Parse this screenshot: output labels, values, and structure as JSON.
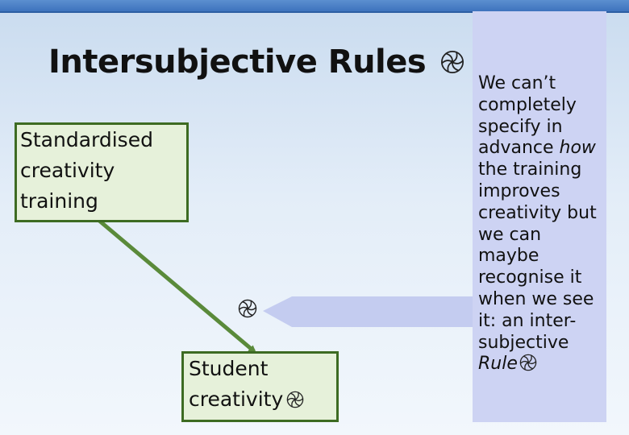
{
  "title": "Intersubjective Rules",
  "box_training": {
    "line1": "Standardised",
    "line2": "creativity",
    "line3": "training"
  },
  "box_student": {
    "line1": "Student",
    "line2": "creativity"
  },
  "note": {
    "text_before_em": "We can’t completely specify in advance ",
    "em": "how",
    "text_after_em": " the training improves creativity but we can maybe recognise it when we see it: an inter-subjective ",
    "em_end": "Rule"
  },
  "colors": {
    "arrow_green": "#5a8a3a",
    "box_fill": "#e6f1da",
    "box_border": "#3d6b22",
    "panel_fill": "#cdd3f3",
    "pointer_fill": "#c4ccf0"
  },
  "icons": [
    "pinwheel-icon"
  ]
}
